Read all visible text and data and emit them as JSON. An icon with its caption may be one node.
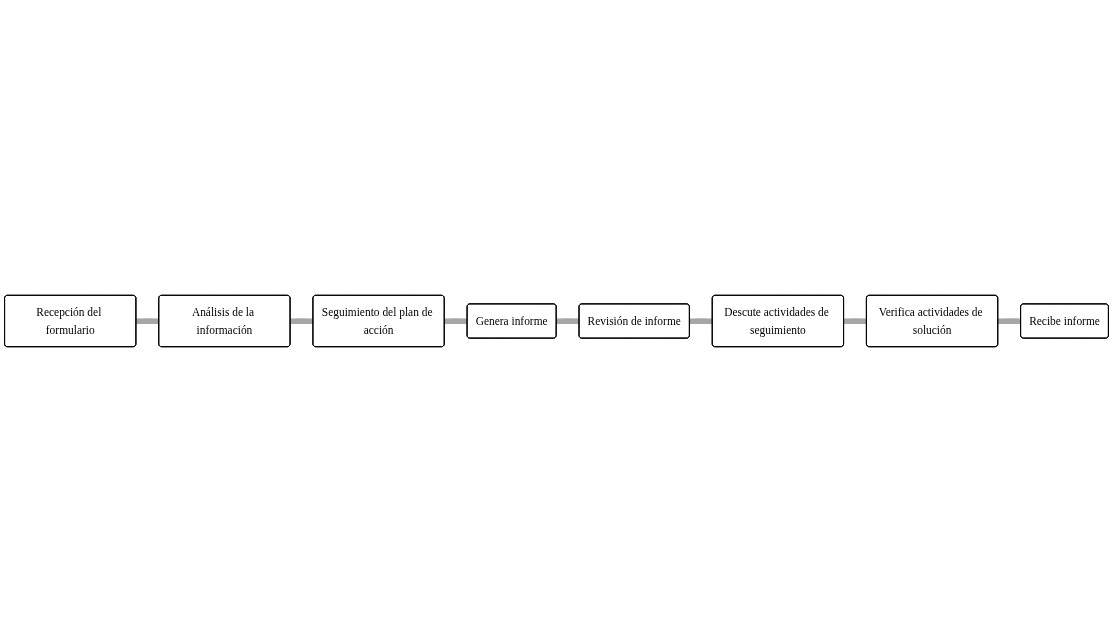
{
  "diagram": {
    "nodes": [
      {
        "text": [
          "Recepción del formulario"
        ]
      },
      {
        "text": [
          "Análisis de la información"
        ]
      },
      {
        "text": [
          "Seguimiento del plan de acción"
        ]
      },
      {
        "text": [
          "Genera informe"
        ]
      },
      {
        "text": [
          "Revisión de informe"
        ]
      },
      {
        "text": [
          "Descute actividades de seguimiento"
        ]
      },
      {
        "text": [
          "Verifica actividades de solución"
        ]
      },
      {
        "text": [
          "Recibe informe"
        ]
      }
    ],
    "edges": [
      {
        "from": 0,
        "to": 1,
        "arrow": "none"
      },
      {
        "from": 1,
        "to": 2,
        "arrow": "none"
      },
      {
        "from": 2,
        "to": 3,
        "arrow": "none"
      },
      {
        "from": 3,
        "to": 4,
        "arrow": "none"
      },
      {
        "from": 4,
        "to": 5,
        "arrow": "none"
      },
      {
        "from": 5,
        "to": 6,
        "arrow": "none"
      },
      {
        "from": 6,
        "to": 7,
        "arrow": "none"
      }
    ]
  }
}
